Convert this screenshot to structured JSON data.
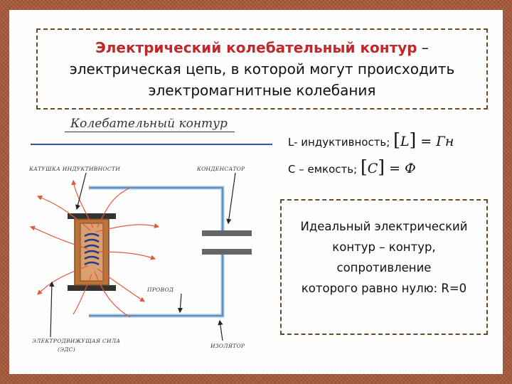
{
  "title": {
    "highlight": "Электрический колебательный контур",
    "dash": " –",
    "line2": "электрическая цепь, в которой могут происходить",
    "line3": "электромагнитные колебания"
  },
  "diagram": {
    "heading": "Колебательный контур",
    "labels": {
      "coil": "КАТУШКА ИНДУКТИВНОСТИ",
      "capacitor": "КОНДЕНСАТОР",
      "wire": "ПРОВОД",
      "emf_line1": "ЭЛЕКТРОДВИЖУЩАЯ СИЛА",
      "emf_line2": "(ЭДС)",
      "insulator": "ИЗОЛЯТОР"
    }
  },
  "definitions": {
    "inductance": {
      "label": "L- индуктивность;",
      "formula": "L",
      "unit": "Гн"
    },
    "capacitance": {
      "label": "C – емкость;",
      "formula": "C",
      "unit": "Ф"
    }
  },
  "ideal": {
    "line1": "Идеальный  электрический",
    "line2": "контур – контур,",
    "line3": "сопротивление",
    "line4": "которого  равно нулю: R=0"
  },
  "colors": {
    "background": "#a8583a",
    "accent_red": "#c0282a",
    "wire_blue": "#9cc3e0",
    "coil_copper": "#b8743a",
    "frame_dashed": "#6b4a2a"
  }
}
